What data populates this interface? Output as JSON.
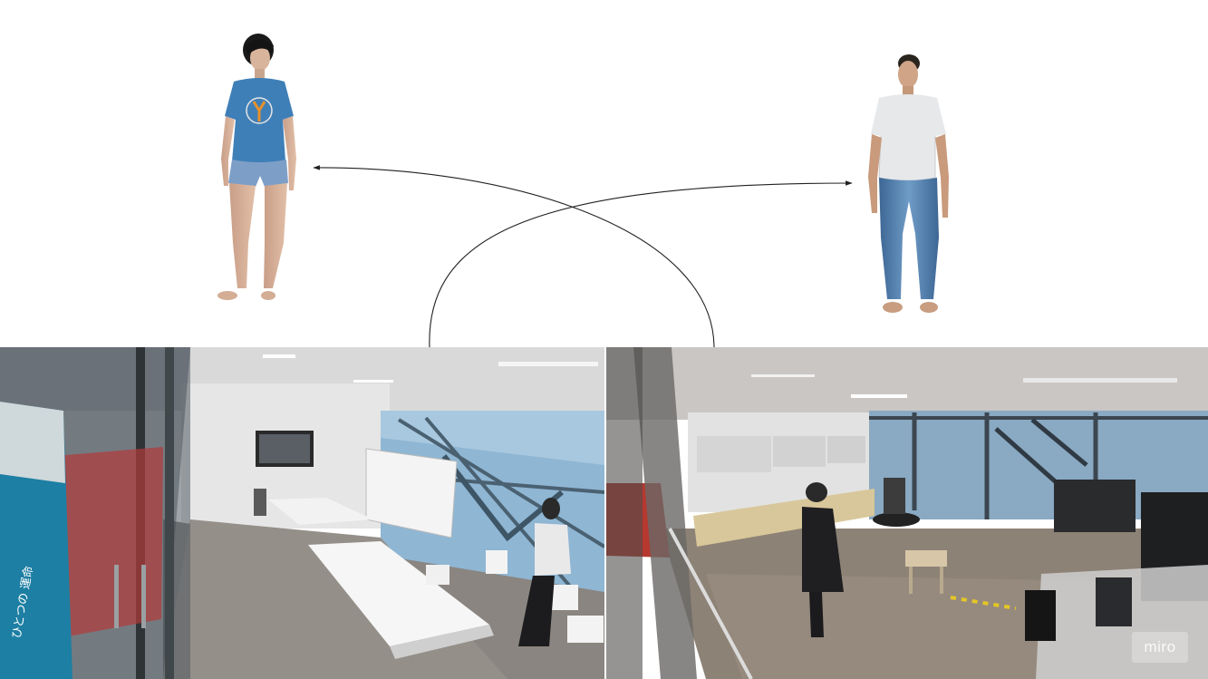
{
  "watermark": {
    "text": "miro"
  },
  "left_photo": {
    "poster_text": "ひとつの 運命"
  },
  "colors": {
    "canvas_background": "#ffffff",
    "arrow_stroke": "#222222",
    "avatar_left_shirt": "#3f7fb8",
    "avatar_right_shirt": "#e6e8ea",
    "avatar_right_jeans": "#4f78a6"
  },
  "arrows": [
    {
      "from": "right-photo",
      "to": "left-avatar"
    },
    {
      "from": "left-photo",
      "to": "right-avatar"
    }
  ],
  "icons": [
    "left-avatar-figure",
    "right-avatar-figure",
    "arrowhead"
  ]
}
